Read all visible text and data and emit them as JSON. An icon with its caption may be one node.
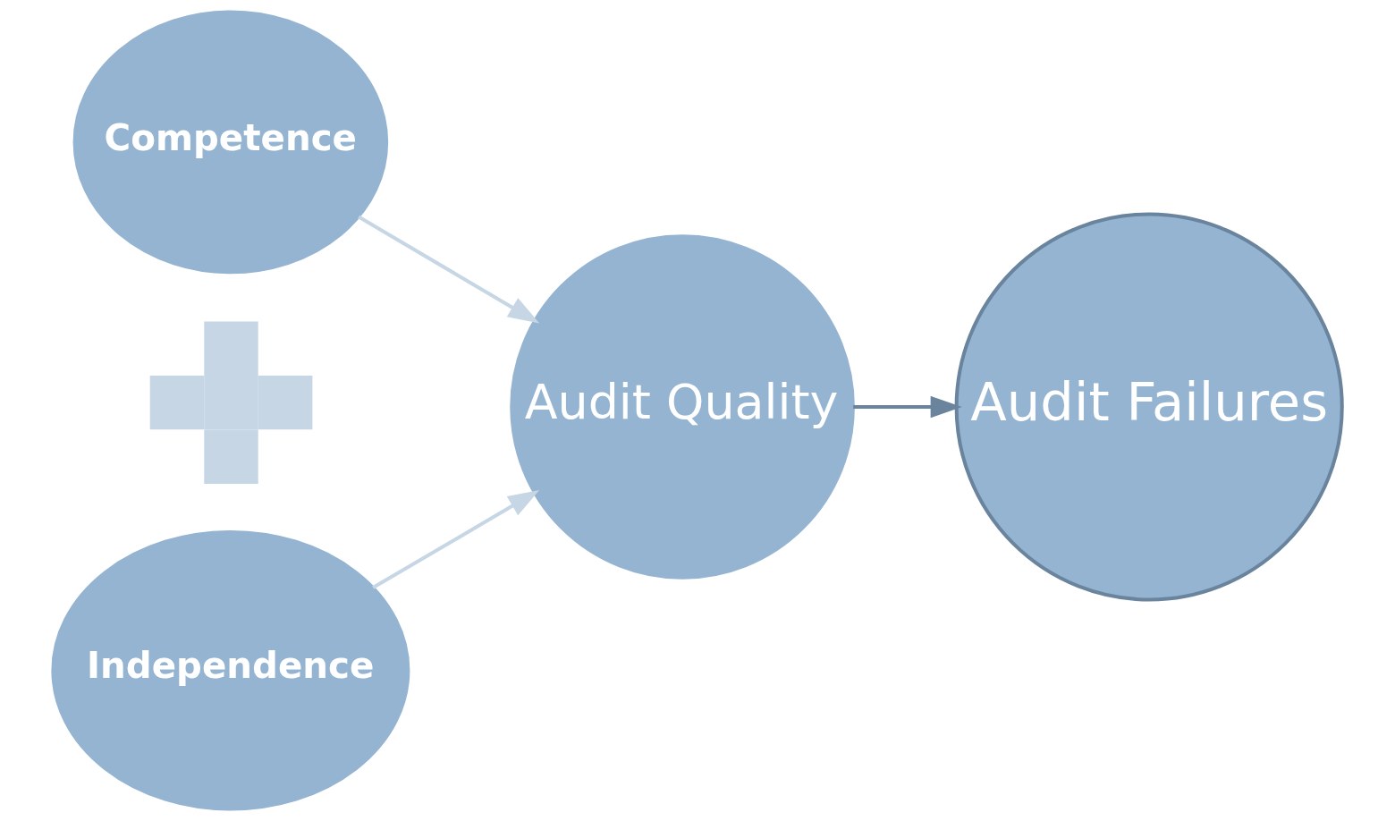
{
  "diagram": {
    "nodes": [
      {
        "text": [
          "Competence"
        ]
      },
      {
        "text": [],
        "shape": "plus"
      },
      {
        "text": [
          "Independence"
        ]
      },
      {
        "text": [
          "Audit Quality"
        ]
      },
      {
        "text": [
          "Audit Failures"
        ]
      }
    ],
    "edges": [
      {
        "from": 0,
        "to": 3,
        "arrow": "to",
        "color": "#c6d6e5"
      },
      {
        "from": 2,
        "to": 3,
        "arrow": "to",
        "color": "#c6d6e5"
      },
      {
        "from": 3,
        "to": 4,
        "arrow": "to",
        "color": "#6a849e"
      }
    ]
  }
}
